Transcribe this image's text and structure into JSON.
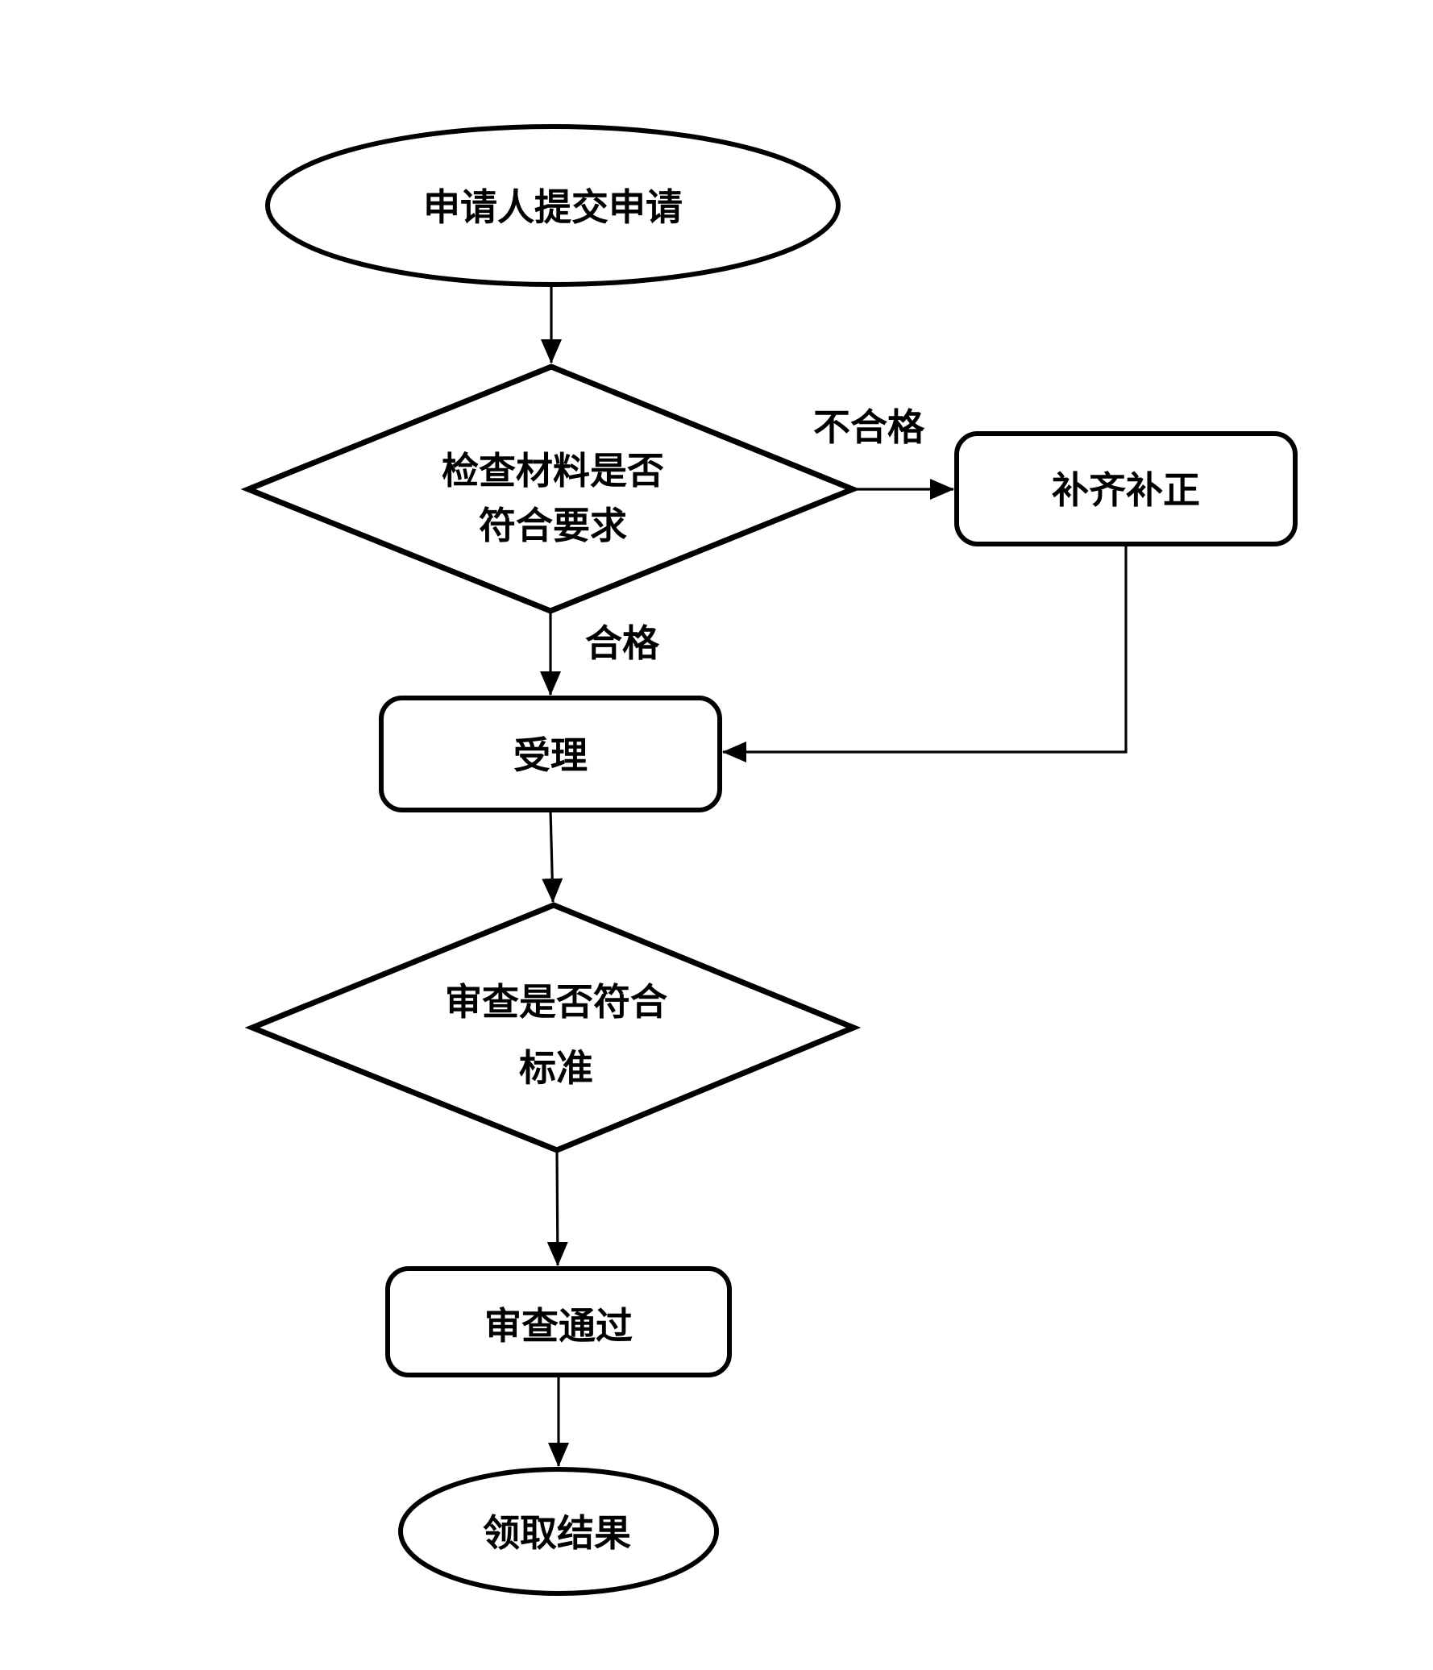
{
  "page": {
    "background": "#ffffff",
    "line_color": "#000000",
    "shape_fill": "#ffffff"
  },
  "flowchart": {
    "type": "process-flow",
    "nodes": {
      "start": {
        "shape": "ellipse",
        "label": "申请人提交申请"
      },
      "check": {
        "shape": "diamond",
        "label": "检查材料是否符合要求",
        "line1": "检查材料是否",
        "line2": "符合要求"
      },
      "supplement": {
        "shape": "rounded-rect",
        "label": "补齐补正"
      },
      "accept": {
        "shape": "rounded-rect",
        "label": "受理"
      },
      "review": {
        "shape": "diamond",
        "label": "审查是否符合标准",
        "line1": "审查是否符合",
        "line2": "标准"
      },
      "pass": {
        "shape": "rounded-rect",
        "label": "审查通过"
      },
      "end": {
        "shape": "ellipse",
        "label": "领取结果"
      }
    },
    "edge_labels": {
      "unqualified": "不合格",
      "qualified": "合格"
    },
    "edges": [
      {
        "from": "start",
        "to": "check",
        "label": ""
      },
      {
        "from": "check",
        "to": "supplement",
        "label": "不合格"
      },
      {
        "from": "check",
        "to": "accept",
        "label": "合格"
      },
      {
        "from": "supplement",
        "to": "accept",
        "label": ""
      },
      {
        "from": "accept",
        "to": "review",
        "label": ""
      },
      {
        "from": "review",
        "to": "pass",
        "label": ""
      },
      {
        "from": "pass",
        "to": "end",
        "label": ""
      }
    ]
  }
}
